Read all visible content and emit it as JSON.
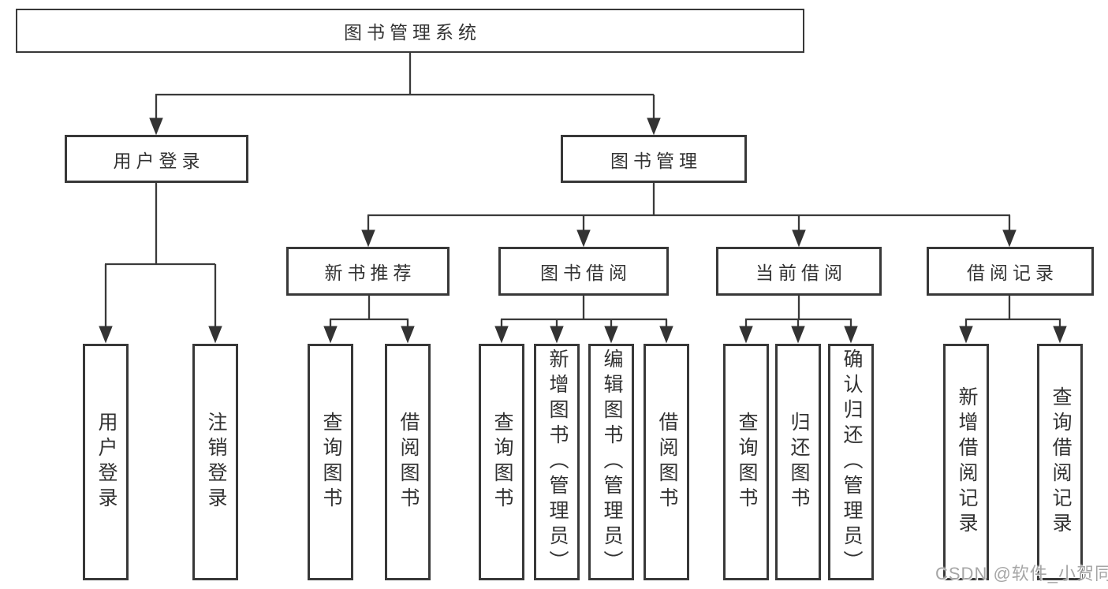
{
  "tree": {
    "root": {
      "label": "图书管理系统"
    },
    "branches": [
      {
        "label": "用户登录",
        "children": [
          {
            "label": "用户登录"
          },
          {
            "label": "注销登录"
          }
        ]
      },
      {
        "label": "图书管理",
        "children": [
          {
            "label": "新书推荐",
            "children": [
              {
                "label": "查询图书"
              },
              {
                "label": "借阅图书"
              }
            ]
          },
          {
            "label": "图书借阅",
            "children": [
              {
                "label": "查询图书"
              },
              {
                "label": "新增图书（管理员）"
              },
              {
                "label": "编辑图书（管理员）"
              },
              {
                "label": "借阅图书"
              }
            ]
          },
          {
            "label": "当前借阅",
            "children": [
              {
                "label": "查询图书"
              },
              {
                "label": "归还图书"
              },
              {
                "label": "确认归还（管理员）"
              }
            ]
          },
          {
            "label": "借阅记录",
            "children": [
              {
                "label": "新增借阅记录"
              },
              {
                "label": "查询借阅记录"
              }
            ]
          }
        ]
      }
    ]
  },
  "watermark": {
    "text": "CSDN @软件_小贺同学"
  },
  "colors": {
    "background": "#ffffff",
    "box_border": "#383838",
    "line": "#3a3a3a",
    "text": "#333333",
    "watermark": "#a6a6a6"
  }
}
